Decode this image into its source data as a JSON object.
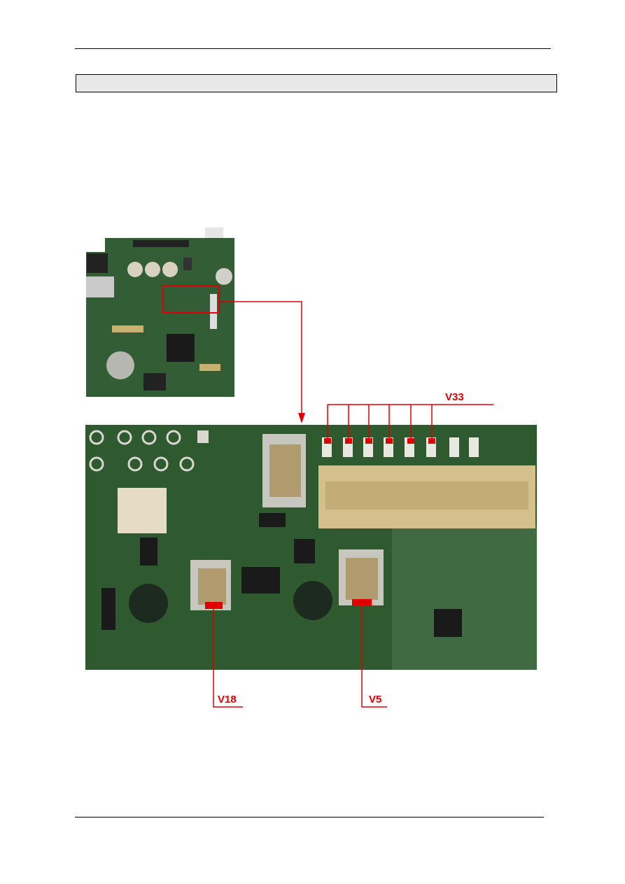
{
  "figure": {
    "labels": {
      "v33": "V33",
      "v18": "V18",
      "v5": "V5"
    },
    "annotation_color": "#e00000",
    "pcb_color": "#2f5a30"
  }
}
